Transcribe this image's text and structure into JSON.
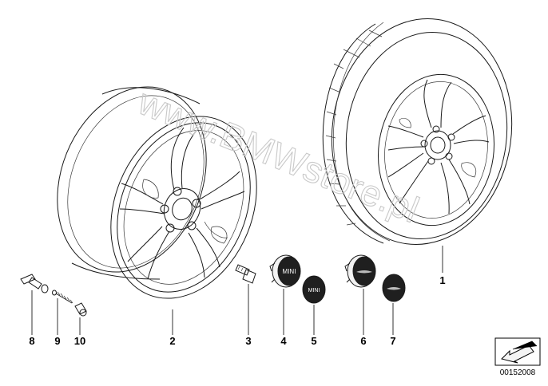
{
  "watermark": "www.BMWstore.pl",
  "doc_number": "00152008",
  "callouts": [
    {
      "id": "tire",
      "label": "1"
    },
    {
      "id": "rim",
      "label": "2"
    },
    {
      "id": "wheel-bolt",
      "label": "3"
    },
    {
      "id": "hub-cap-mini",
      "label": "4"
    },
    {
      "id": "emblem-mini",
      "label": "5"
    },
    {
      "id": "hub-cap-wings",
      "label": "6"
    },
    {
      "id": "emblem-wings",
      "label": "7"
    },
    {
      "id": "valve-stem",
      "label": "8"
    },
    {
      "id": "valve-core",
      "label": "9"
    },
    {
      "id": "valve-cap",
      "label": "10"
    }
  ],
  "cap_logo_text": "MINI",
  "icons": [
    "arrow-icon"
  ]
}
